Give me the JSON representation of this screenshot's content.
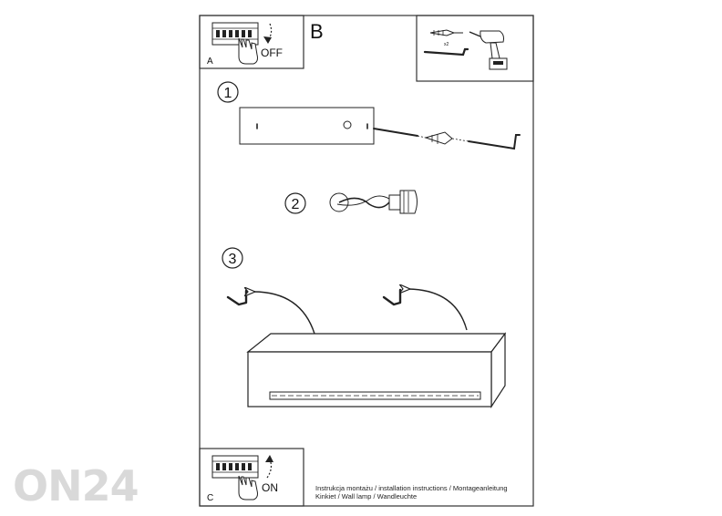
{
  "brand": {
    "watermark": "ON24"
  },
  "panels": {
    "a": {
      "letter": "A",
      "action": "OFF"
    },
    "b": {
      "letter": "B",
      "quantity": "x2"
    },
    "c": {
      "letter": "C",
      "action": "ON"
    }
  },
  "steps": [
    {
      "number": "1"
    },
    {
      "number": "2"
    },
    {
      "number": "3"
    }
  ],
  "footer": {
    "line1": "Instrukcja montażu / installation instructions / Montageanleitung",
    "line2": "Kinkiet / Wall lamp / Wandleuchte"
  },
  "colors": {
    "stroke": "#222222",
    "frame": "#333333",
    "watermark": "#d9d9d9"
  }
}
